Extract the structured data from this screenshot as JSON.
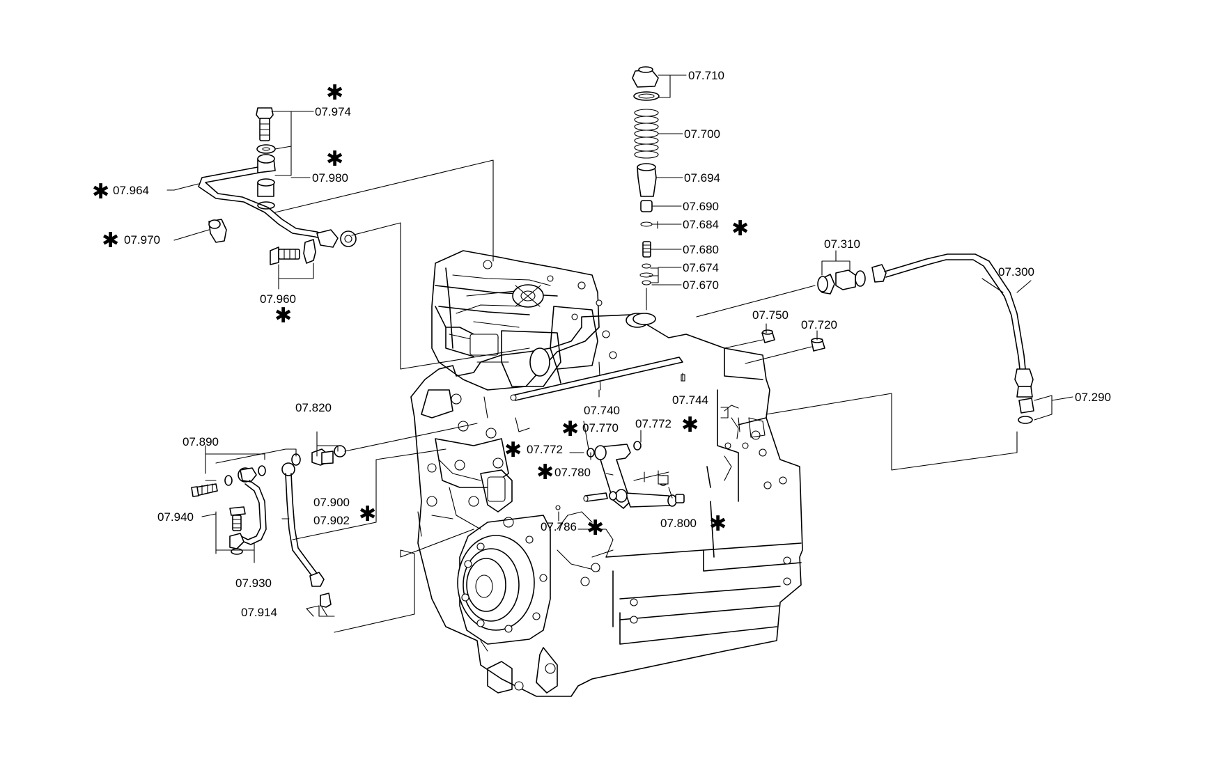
{
  "diagram": {
    "marker_symbol": "✱",
    "line_color": "#000000",
    "background_color": "#ffffff",
    "labels": {
      "p07710": "07.710",
      "p07700": "07.700",
      "p07694": "07.694",
      "p07690": "07.690",
      "p07684": "07.684",
      "p07680": "07.680",
      "p07674": "07.674",
      "p07670": "07.670",
      "p07974": "07.974",
      "p07980": "07.980",
      "p07964": "07.964",
      "p07970": "07.970",
      "p07960": "07.960",
      "p07310": "07.310",
      "p07300": "07.300",
      "p07290": "07.290",
      "p07750": "07.750",
      "p07720": "07.720",
      "p07744": "07.744",
      "p07740": "07.740",
      "p07820": "07.820",
      "p07890": "07.890",
      "p07940": "07.940",
      "p07930": "07.930",
      "p07914": "07.914",
      "p07900": "07.900",
      "p07902": "07.902",
      "p07770": "07.770",
      "p07772a": "07.772",
      "p07772b": "07.772",
      "p07780": "07.780",
      "p07786": "07.786",
      "p07800": "07.800"
    }
  }
}
